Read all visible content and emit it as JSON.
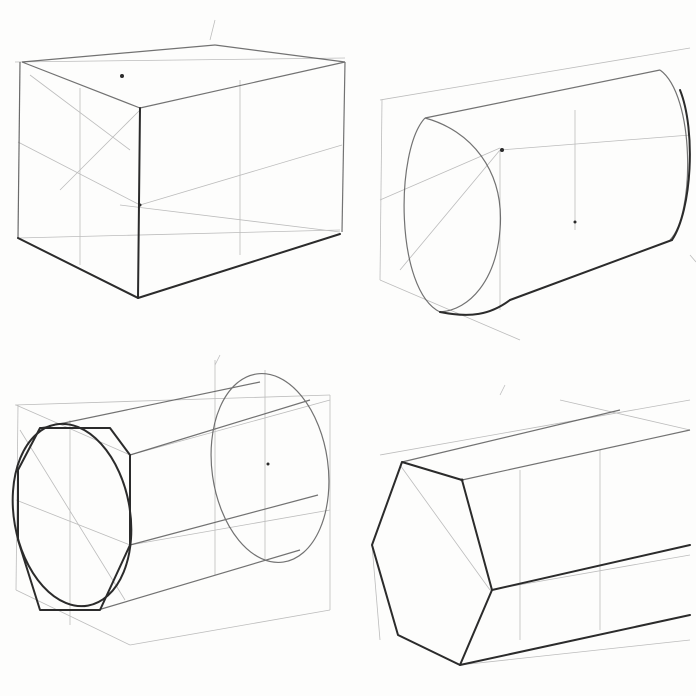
{
  "sheet": {
    "background": "#fdfdfc",
    "ink_dark": "#2b2b2b",
    "ink_light": "#9a9a9a"
  },
  "sketches": [
    {
      "name": "cube-sketch"
    },
    {
      "name": "cylinder-sketch"
    },
    {
      "name": "cylinder-in-box-sketch"
    },
    {
      "name": "hexagonal-prism-sketch"
    }
  ]
}
